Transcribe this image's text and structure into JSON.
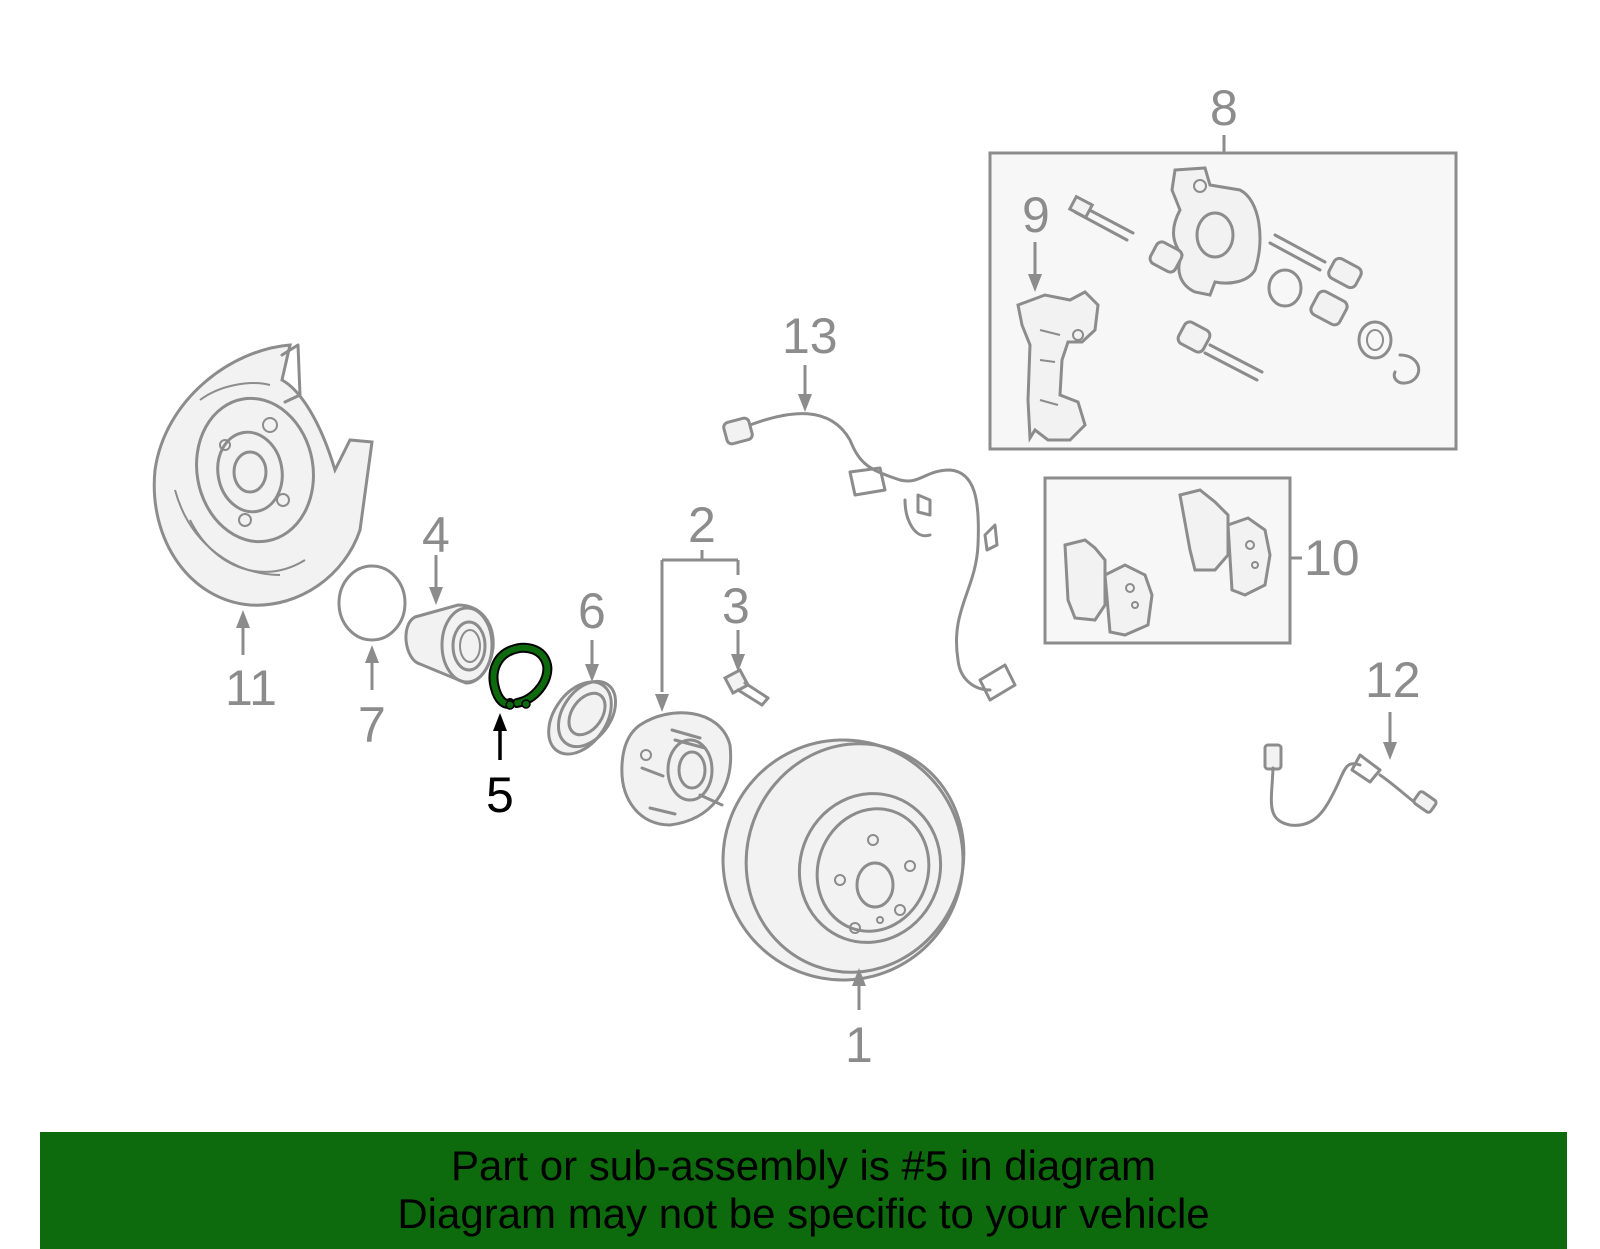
{
  "callouts": {
    "n1": "1",
    "n2": "2",
    "n3": "3",
    "n4": "4",
    "n5": "5",
    "n6": "6",
    "n7": "7",
    "n8": "8",
    "n9": "9",
    "n10": "10",
    "n11": "11",
    "n12": "12",
    "n13": "13"
  },
  "highlight": {
    "part": "5",
    "color": "#0d6a0d"
  },
  "colors": {
    "line_art": "#8c8c8c",
    "banner": "#0d6a0d",
    "highlight_leader": "#000000"
  },
  "banner": {
    "line1": "Part or sub-assembly is #5 in diagram",
    "line2": "Diagram may not be specific to your vehicle"
  }
}
